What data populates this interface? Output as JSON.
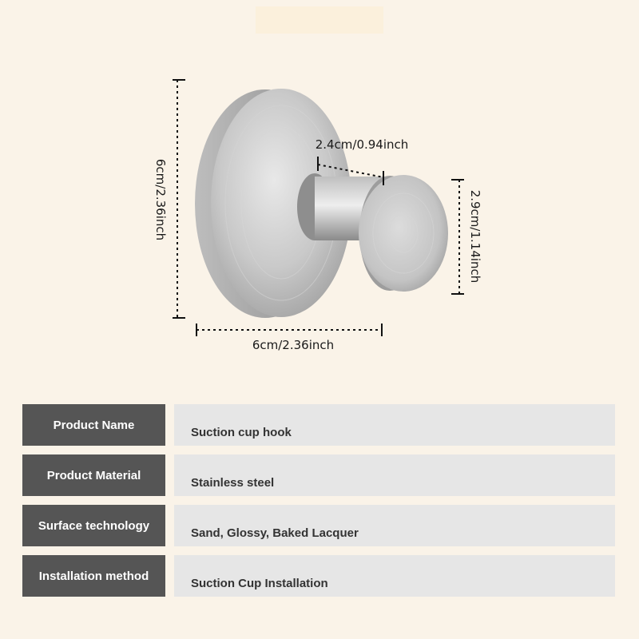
{
  "dimensions": {
    "total_height": "6cm/2.36inch",
    "total_width": "6cm/2.36inch",
    "hook_length": "2.4cm/0.94inch",
    "knob_diameter": "2.9cm/1.14inch"
  },
  "spec_rows": [
    {
      "label": "Product Name",
      "value": "Suction cup hook"
    },
    {
      "label": "Product Material",
      "value": "Stainless steel"
    },
    {
      "label": "Surface technology",
      "value": "Sand, Glossy, Baked Lacquer"
    },
    {
      "label": "Installation method",
      "value": "Suction Cup Installation"
    }
  ],
  "colors": {
    "background": "#faf3e8",
    "label_bg": "#555555",
    "value_bg": "#e6e6e6"
  }
}
